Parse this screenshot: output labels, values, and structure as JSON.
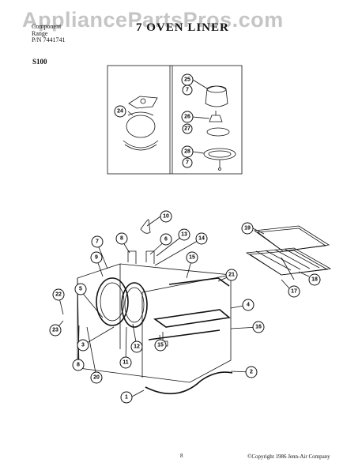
{
  "header": {
    "line_a": "Component",
    "line_b": "Range",
    "line_c": "P/N 7441741",
    "title": "7 OVEN LINER",
    "model": "S100"
  },
  "watermark": "AppliancePartsPros.com",
  "footer": {
    "page": "8",
    "copyright": "©Copyright 1986 Jenn-Air Company"
  },
  "callouts": {
    "c24": "24",
    "c25": "25",
    "c25b": "7",
    "c26": "26",
    "c27": "27",
    "c28": "28",
    "c28b": "7",
    "c19": "19",
    "c18": "18",
    "c17": "17",
    "c10": "10",
    "c13": "13",
    "c14": "14",
    "c8": "8",
    "c6": "6",
    "c7": "7",
    "c9": "9",
    "c15a": "15",
    "c21": "21",
    "c4": "4",
    "c16": "16",
    "c5": "5",
    "c22": "22",
    "c23": "23",
    "c3": "3",
    "c11": "11",
    "c12": "12",
    "c15b": "15",
    "c8b": "8",
    "c20": "20",
    "c2": "2",
    "c1": "1"
  }
}
